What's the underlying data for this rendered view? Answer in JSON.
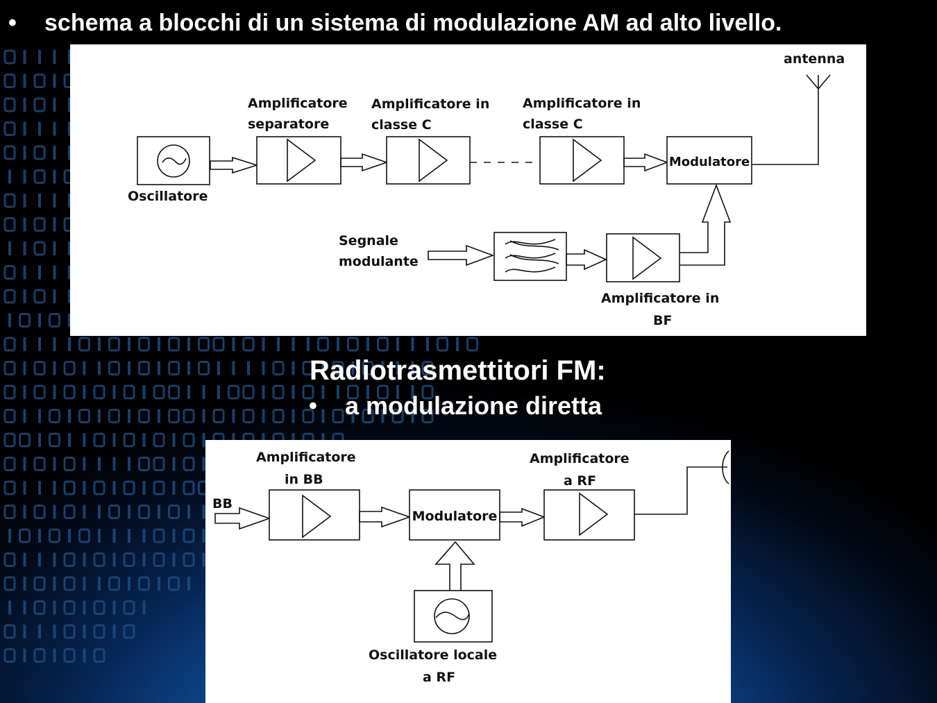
{
  "background_binary": [
    "01111010101",
    "01010111010",
    "01011010101",
    "01111010101",
    "01011010110",
    "11010101011",
    "01111010101",
    "01010111010",
    "11011010101",
    "01111010101",
    "01011010101",
    "10101011101",
    "01111010101010010111101010111010",
    "01010110101010111101010101110",
    "01010101010011100101011010110",
    "01101010101001010101010101010",
    "00101101010101010101010",
    "01010111100101011",
    "01110101010100",
    "01010110101011",
    "10101011110101",
    "01110101010101",
    "0101011010101",
    "1101010101",
    "011101010",
    "0101010"
  ],
  "slide": {
    "bullet": "•",
    "heading1": "schema a blocchi di un sistema di modulazione AM ad alto livello.",
    "heading2": "Radiotrasmettitori FM:",
    "heading3": "a modulazione diretta"
  },
  "am_diagram": {
    "antenna": "antenna",
    "amp_sep_1": "Amplificatore",
    "amp_sep_2": "separatore",
    "amp_c1_1": "Amplificatore in",
    "amp_c1_2": "classe C",
    "amp_c2_1": "Amplificatore in",
    "amp_c2_2": "classe C",
    "oscillator": "Oscillatore",
    "modulator": "Modulatore",
    "signal_1": "Segnale",
    "signal_2": "modulante",
    "amp_bf_1": "Amplificatore in",
    "amp_bf_2": "BF"
  },
  "fm_diagram": {
    "amp_bb_1": "Amplificatore",
    "amp_bb_2": "in BB",
    "bb": "BB",
    "modulator": "Modulatore",
    "amp_rf_1": "Amplificatore",
    "amp_rf_2": "a RF",
    "lo_1": "Oscillatore locale",
    "lo_2": "a RF"
  }
}
